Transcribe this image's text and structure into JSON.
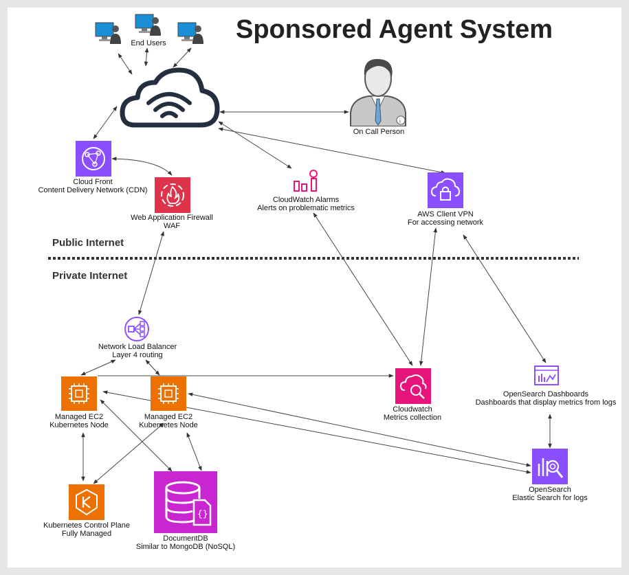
{
  "title": "Sponsored Agent System",
  "zones": {
    "public": "Public Internet",
    "private": "Private Internet"
  },
  "nodes": {
    "end_users": {
      "line1": "End Users"
    },
    "on_call": {
      "line1": "On Call Person"
    },
    "cloudfront": {
      "line1": "Cloud Front",
      "line2": "Content Delivery Network (CDN)"
    },
    "waf": {
      "line1": "Web Application Firewall",
      "line2": "WAF"
    },
    "cloudwatch_alarms": {
      "line1": "CloudWatch Alarms",
      "line2": "Alerts on problematic metrics"
    },
    "client_vpn": {
      "line1": "AWS Client VPN",
      "line2": "For accessing network"
    },
    "nlb": {
      "line1": "Network Load Balancer",
      "line2": "Layer 4 routing"
    },
    "ec2_a": {
      "line1": "Managed EC2",
      "line2": "Kubernetes Node"
    },
    "ec2_b": {
      "line1": "Managed EC2",
      "line2": "Kubernetes Node"
    },
    "cloudwatch": {
      "line1": "Cloudwatch",
      "line2": "Metrics collection"
    },
    "os_dash": {
      "line1": "OpenSearch Dashboards",
      "line2": "Dashboards that display metrics from logs"
    },
    "opensearch": {
      "line1": "OpenSearch",
      "line2": "Elastic Search for logs"
    },
    "k8s": {
      "line1": "Kubernetes Control Plane",
      "line2": "Fully Managed"
    },
    "docdb": {
      "line1": "DocumentDB",
      "line2": "Similar to MongoDB (NoSQL)"
    }
  },
  "colors": {
    "purple": "#8c4fff",
    "red": "#dd344c",
    "pink": "#e7157b",
    "orange": "#ed7100",
    "magenta": "#c925d1",
    "cloud_stroke": "#232f3e"
  },
  "icons": [
    "monitor-user-icon",
    "cloud-wifi-icon",
    "businessman-icon",
    "cloudfront-icon",
    "waf-icon",
    "cloudwatch-alarm-icon",
    "client-vpn-icon",
    "load-balancer-icon",
    "ec2-icon",
    "cloudwatch-icon",
    "opensearch-dashboards-icon",
    "opensearch-icon",
    "eks-icon",
    "documentdb-icon"
  ]
}
